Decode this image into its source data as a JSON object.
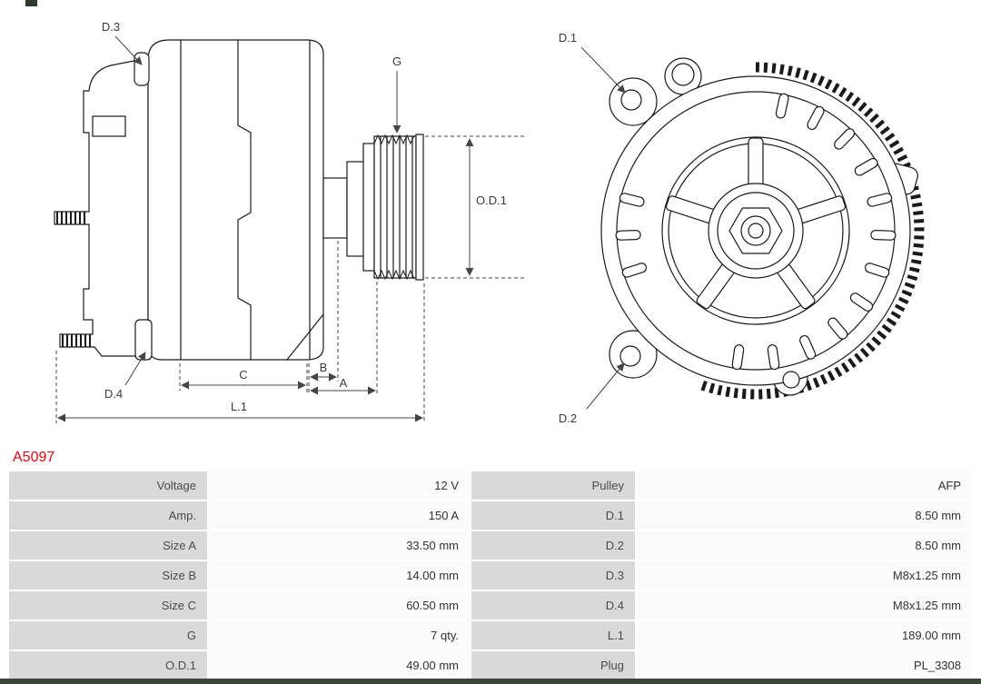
{
  "part_number": "A5097",
  "diagram": {
    "side": {
      "d3": "D.3",
      "d4": "D.4",
      "g": "G",
      "od1": "O.D.1",
      "b": "B",
      "a": "A",
      "c": "C",
      "l1": "L.1"
    },
    "rear": {
      "d1": "D.1",
      "d2": "D.2"
    }
  },
  "spec_table": {
    "rows": [
      {
        "left_label": "Voltage",
        "left_value": "12 V",
        "right_label": "Pulley",
        "right_value": "AFP"
      },
      {
        "left_label": "Amp.",
        "left_value": "150 A",
        "right_label": "D.1",
        "right_value": "8.50 mm"
      },
      {
        "left_label": "Size A",
        "left_value": "33.50 mm",
        "right_label": "D.2",
        "right_value": "8.50 mm"
      },
      {
        "left_label": "Size B",
        "left_value": "14.00 mm",
        "right_label": "D.3",
        "right_value": "M8x1.25 mm"
      },
      {
        "left_label": "Size C",
        "left_value": "60.50 mm",
        "right_label": "D.4",
        "right_value": "M8x1.25 mm"
      },
      {
        "left_label": "G",
        "left_value": "7 qty.",
        "right_label": "L.1",
        "right_value": "189.00 mm"
      },
      {
        "left_label": "O.D.1",
        "left_value": "49.00 mm",
        "right_label": "Plug",
        "right_value": "PL_3308"
      }
    ]
  },
  "colors": {
    "part_number": "#e30613",
    "label_cell_bg": "#d9d9d9",
    "value_cell_bg": "#fbfbfb",
    "drawing_line": "#1a1a1a",
    "dimension_line": "#444444"
  }
}
